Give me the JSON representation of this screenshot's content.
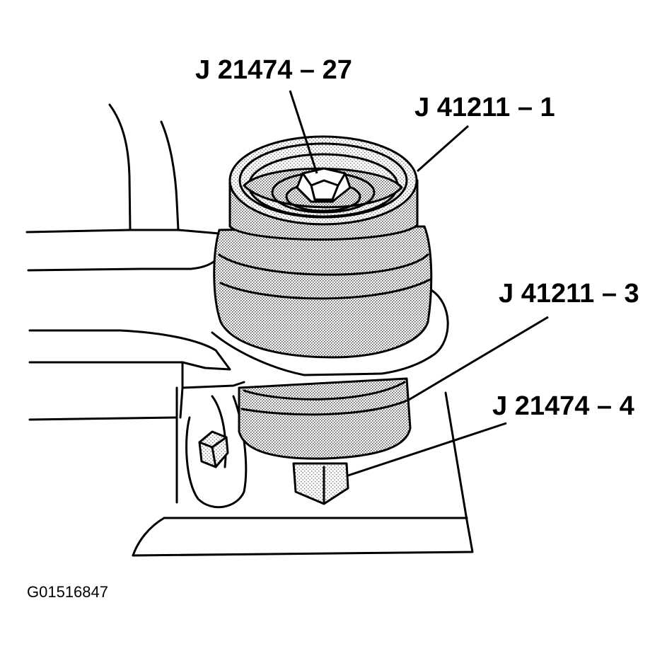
{
  "callouts": {
    "j21474_27": "J 21474 – 27",
    "j41211_1": "J 41211 – 1",
    "j41211_3": "J 41211 – 3",
    "j21474_4": "J 21474 – 4"
  },
  "figure_id": "G01516847",
  "colors": {
    "line": "#000000",
    "background": "#ffffff",
    "stipple": "#c8c8c8"
  }
}
